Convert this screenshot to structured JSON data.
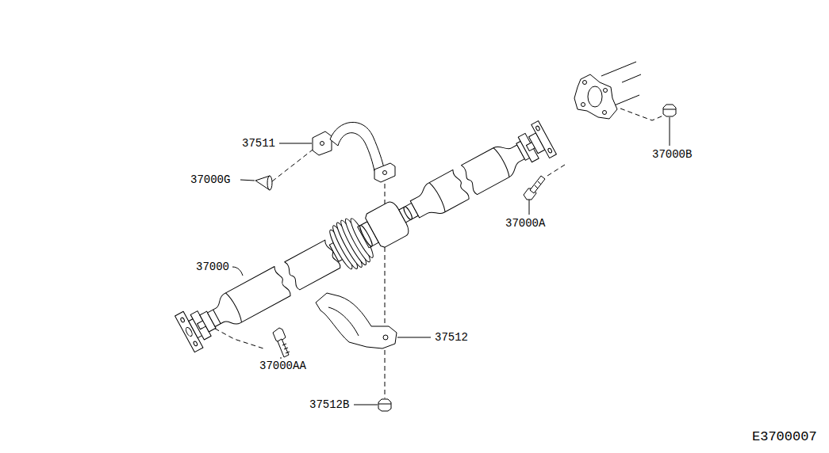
{
  "diagram": {
    "labels": [
      "37511",
      "37000G",
      "37000",
      "37000AA",
      "37512",
      "37512B",
      "37000A",
      "37000B",
      "E3700007"
    ]
  }
}
